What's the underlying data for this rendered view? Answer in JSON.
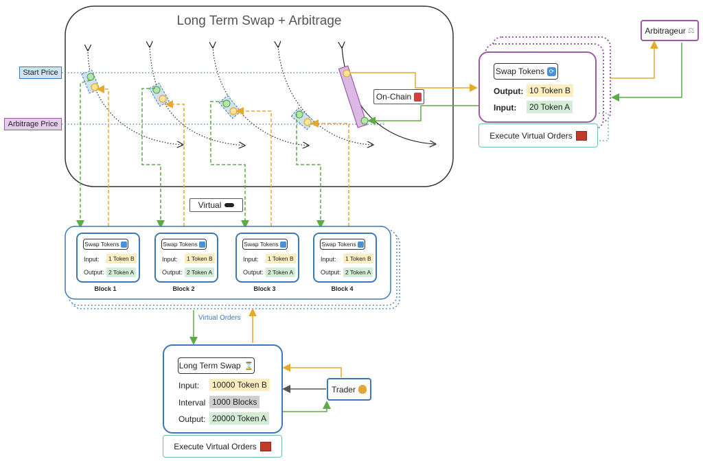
{
  "main": {
    "title": "Long Term Swap + Arbitrage",
    "start_price": "Start Price",
    "arbitrage_price": "Arbitrage Price",
    "on_chain": "On-Chain",
    "virtual": "Virtual"
  },
  "swap_panel": {
    "title": "Swap Tokens",
    "output_label": "Output:",
    "output_value": "10 Token B",
    "input_label": "Input:",
    "input_value": "20 Token A",
    "execute": "Execute Virtual Orders"
  },
  "arbitrageur": "Arbitrageur",
  "blocks": [
    {
      "title": "Swap Tokens",
      "input_label": "Input:",
      "input_value": "1 Token B",
      "output_label": "Output:",
      "output_value": "2 Token A",
      "name": "Block 1"
    },
    {
      "title": "Swap Tokens",
      "input_label": "Input:",
      "input_value": "1 Token B",
      "output_label": "Output:",
      "output_value": "2 Token A",
      "name": "Block 2"
    },
    {
      "title": "Swap Tokens",
      "input_label": "Input:",
      "input_value": "1 Token B",
      "output_label": "Output:",
      "output_value": "2 Token A",
      "name": "Block 3"
    },
    {
      "title": "Swap Tokens",
      "input_label": "Input:",
      "input_value": "1 Token B",
      "output_label": "Output:",
      "output_value": "2 Token A",
      "name": "Block 4"
    }
  ],
  "virtual_orders": "Virtual Orders",
  "lts": {
    "title": "Long Term Swap",
    "input_label": "Input:",
    "input_value": "10000 Token B",
    "interval_label": "Interval",
    "interval_value": "1000 Blocks",
    "output_label": "Output:",
    "output_value": "20000 Token A",
    "execute": "Execute Virtual Orders"
  },
  "trader": "Trader",
  "colors": {
    "green": "#5aac44",
    "orange": "#e6a92b",
    "purple": "#9b59a8",
    "blue": "#3d78b5",
    "teal": "#6fbfb0",
    "grey": "#555555"
  }
}
